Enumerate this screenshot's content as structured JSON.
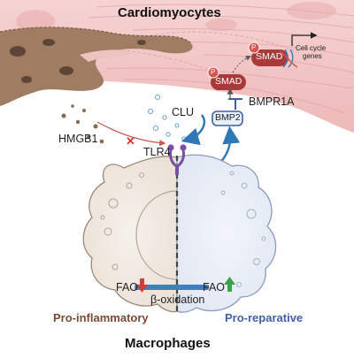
{
  "labels": {
    "cardiomyocytes": "Cardiomyocytes",
    "macrophages": "Macrophages",
    "clu": "CLU",
    "hmgb1": "HMGB1",
    "tlr4": "TLR4",
    "bmp2": "BMP2",
    "bmpr1a": "BMPR1A",
    "smad": "SMAD",
    "smad_phospho": "P",
    "cell_cycle_genes_line1": "Cell cycle",
    "cell_cycle_genes_line2": "genes",
    "fao_left": "FAO",
    "fao_right": "FAO",
    "beta_oxidation": "β-oxidation",
    "pro_inflammatory": "Pro-inflammatory",
    "pro_reparative": "Pro-reparative"
  },
  "colors": {
    "tissue_pink": "#f0c3c3",
    "scar_brown": "#a07c63",
    "smad_red": "#a93a3a",
    "tlr4_purple": "#7b4ea3",
    "arrow_blue": "#2e78b7",
    "pro_inflammatory": "#7a4a35",
    "pro_reparative": "#3f5fa8",
    "fao_down": "#d0403a",
    "fao_up": "#3ea04a"
  }
}
